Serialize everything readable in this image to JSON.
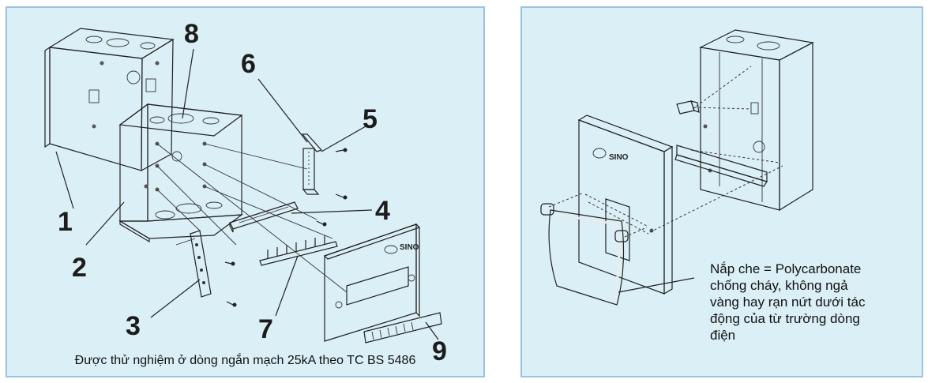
{
  "exploded_diagram": {
    "callouts": [
      "1",
      "2",
      "3",
      "4",
      "5",
      "6",
      "7",
      "8",
      "9"
    ],
    "brand_logo": "SINO",
    "caption": "Được thử nghiệm ở dòng ngắn mạch 25kA theo TC BS 5486"
  },
  "assembly_diagram": {
    "brand_logo": "SINO",
    "note_lines": [
      "Nắp che = Polycarbonate",
      "chống cháy, không ngả",
      "vàng hay rạn nứt dưới tác",
      "động của từ trường dòng",
      "điện"
    ]
  }
}
